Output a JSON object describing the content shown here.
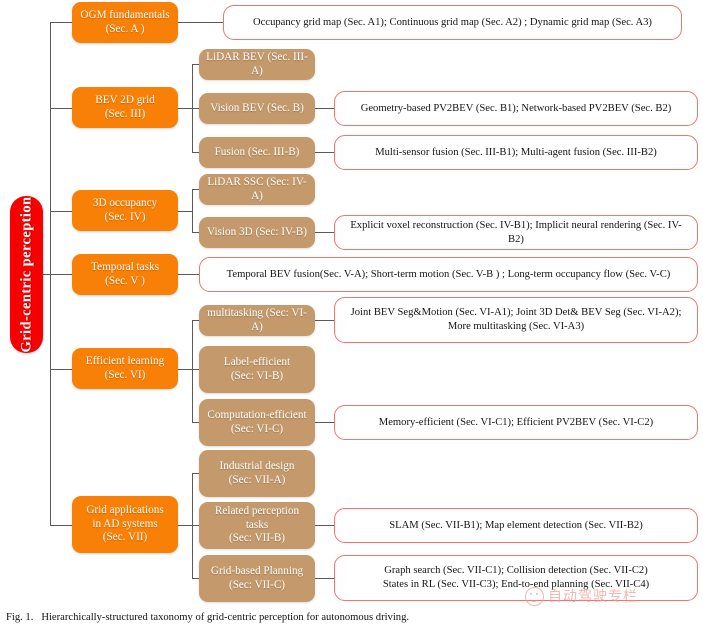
{
  "figure": {
    "root": {
      "label": "Grid-centric perception",
      "color": "#f70000"
    },
    "colors": {
      "level1": "#f98006",
      "level2": "#c49a6c",
      "level3_border": "#f4726f",
      "level3_fill": "#ffffff",
      "connector": "#5a5a5a"
    },
    "branches": [
      {
        "id": "ogm-fundamentals",
        "l1_label": "OGM fundamentals\n(Sec. A )",
        "l1_line1": "OGM fundamentals",
        "l1_line2": "(Sec. A )",
        "detail": "Occupancy grid map (Sec. A1); Continuous grid map (Sec. A2) ; Dynamic grid map (Sec. A3)"
      },
      {
        "id": "bev-2d-grid",
        "l1_line1": "BEV 2D grid",
        "l1_line2": "(Sec. III)",
        "children": [
          {
            "id": "lidar-bev",
            "label": "LiDAR BEV (Sec. III-A)",
            "detail": null
          },
          {
            "id": "vision-bev",
            "label": "Vision BEV (Sec. B)",
            "detail": "Geometry-based PV2BEV (Sec. B1); Network-based PV2BEV (Sec. B2)"
          },
          {
            "id": "fusion",
            "label": "Fusion (Sec. III-B)",
            "detail": "Multi-sensor fusion (Sec. III-B1); Multi-agent fusion (Sec. III-B2)"
          }
        ]
      },
      {
        "id": "3d-occupancy",
        "l1_line1": "3D occupancy",
        "l1_line2": "(Sec. IV)",
        "children": [
          {
            "id": "lidar-ssc",
            "label": "LiDAR SSC (Sec: IV-A)",
            "detail": null
          },
          {
            "id": "vision-3d",
            "label": "Vision 3D (Sec: IV-B)",
            "detail": "Explicit voxel reconstruction (Sec. IV-B1); Implicit neural rendering (Sec. IV-B2)"
          }
        ]
      },
      {
        "id": "temporal-tasks",
        "l1_line1": "Temporal tasks",
        "l1_line2": "(Sec. V )",
        "detail": "Temporal BEV fusion(Sec. V-A); Short-term motion (Sec. V-B ) ; Long-term occupancy flow (Sec. V-C)"
      },
      {
        "id": "efficient-learning",
        "l1_line1": "Efficient learning",
        "l1_line2": "(Sec. VI)",
        "children": [
          {
            "id": "multitasking",
            "label": "multitasking (Sec: VI-A)",
            "detail_line1": "Joint BEV Seg&Motion (Sec. VI-A1); Joint 3D Det& BEV Seg (Sec. VI-A2);",
            "detail_line2": "More multitasking (Sec. VI-A3)"
          },
          {
            "id": "label-efficient",
            "label_line1": "Label-efficient",
            "label_line2": "(Sec: VI-B)",
            "detail": null
          },
          {
            "id": "computation-efficient",
            "label_line1": "Computation-efficient",
            "label_line2": "(Sec: VI-C)",
            "detail": "Memory-efficient (Sec. VI-C1); Efficient PV2BEV (Sec. VI-C2)"
          }
        ]
      },
      {
        "id": "grid-applications",
        "l1_line1": "Grid applications",
        "l1_line2": "in AD systems",
        "l1_line3": "(Sec. VII)",
        "children": [
          {
            "id": "industrial-design",
            "label_line1": "Industrial design",
            "label_line2": "(Sec: VII-A)",
            "detail": null
          },
          {
            "id": "related-perception-tasks",
            "label_line1": "Related perception tasks",
            "label_line2": "(Sec: VII-B)",
            "detail": "SLAM (Sec. VII-B1); Map element detection (Sec. VII-B2)"
          },
          {
            "id": "grid-based-planning",
            "label_line1": "Grid-based Planning",
            "label_line2": "(Sec: VII-C)",
            "detail_line1": "Graph search (Sec. VII-C1); Collision detection (Sec. VII-C2)",
            "detail_line2": "States in RL (Sec. VII-C3); End-to-end planning (Sec. VII-C4)"
          }
        ]
      }
    ]
  },
  "caption": {
    "prefix": "Fig. 1.",
    "text": "Hierarchically-structured taxonomy of grid-centric perception for autonomous driving."
  },
  "watermark": {
    "logo_icon": "smiley-circle-icon",
    "text": "自动驾驶专栏"
  }
}
